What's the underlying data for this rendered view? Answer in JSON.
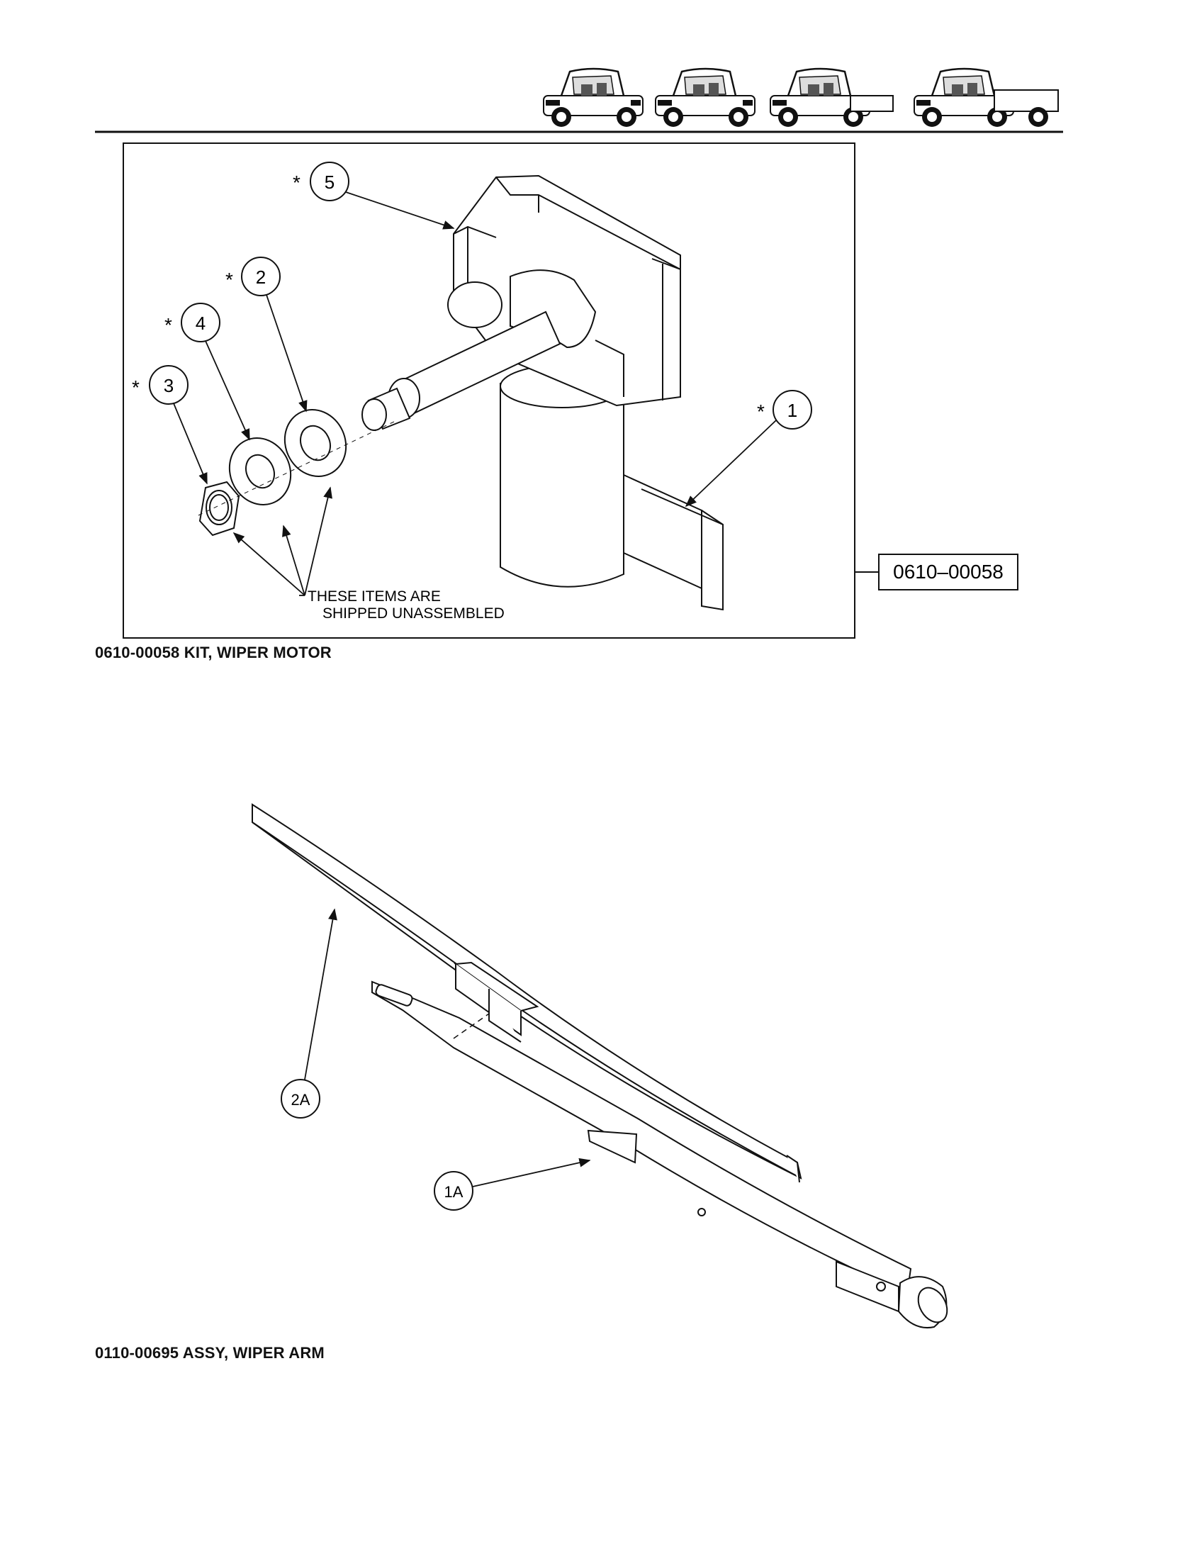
{
  "header": {
    "vehicle_icons": [
      "vehicle-two-seat-icon",
      "vehicle-four-seat-icon",
      "vehicle-short-bed-icon",
      "vehicle-long-bed-icon"
    ]
  },
  "diagram_top": {
    "callouts": [
      {
        "id": "5",
        "marker": "*"
      },
      {
        "id": "2",
        "marker": "*"
      },
      {
        "id": "4",
        "marker": "*"
      },
      {
        "id": "3",
        "marker": "*"
      },
      {
        "id": "1",
        "marker": "*"
      }
    ],
    "note_line1": "THESE ITEMS ARE",
    "note_line2": "SHIPPED UNASSEMBLED",
    "kit_number": "0610–00058",
    "caption": "0610-00058 KIT, WIPER MOTOR"
  },
  "diagram_bottom": {
    "callouts": [
      {
        "id": "2A"
      },
      {
        "id": "1A"
      }
    ],
    "caption": "0110-00695 ASSY, WIPER ARM"
  }
}
